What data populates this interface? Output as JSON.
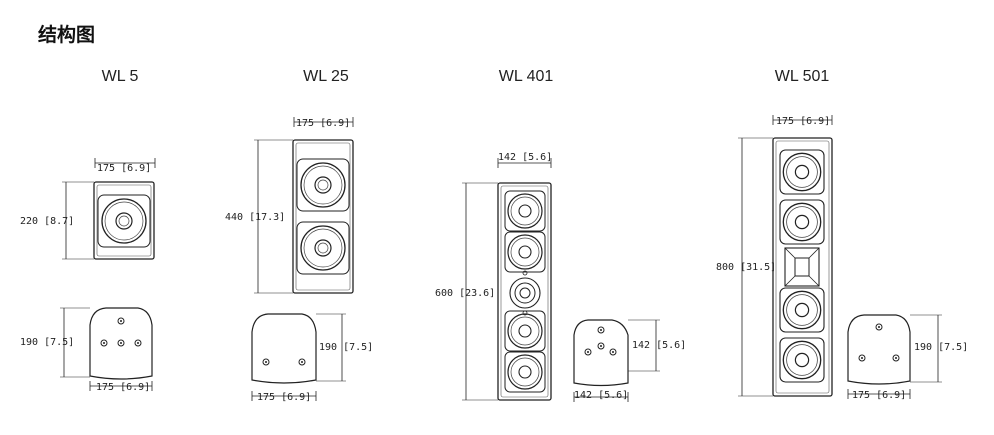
{
  "title": "结构图",
  "models": [
    {
      "name": "WL 5",
      "front_width": "175 [6.9]",
      "front_height": "220 [8.7]",
      "back_height": "190 [7.5]",
      "back_width": "175 [6.9]"
    },
    {
      "name": "WL 25",
      "front_width": "175 [6.9]",
      "front_height": "440 [17.3]",
      "back_height": "190 [7.5]",
      "back_width": "175 [6.9]"
    },
    {
      "name": "WL 401",
      "front_width": "142 [5.6]",
      "front_height": "600 [23.6]",
      "back_height": "142 [5.6]",
      "back_width": "142 [5.6]"
    },
    {
      "name": "WL 501",
      "front_width": "175 [6.9]",
      "front_height": "800 [31.5]",
      "back_height": "190 [7.5]",
      "back_width": "175 [6.9]"
    }
  ]
}
